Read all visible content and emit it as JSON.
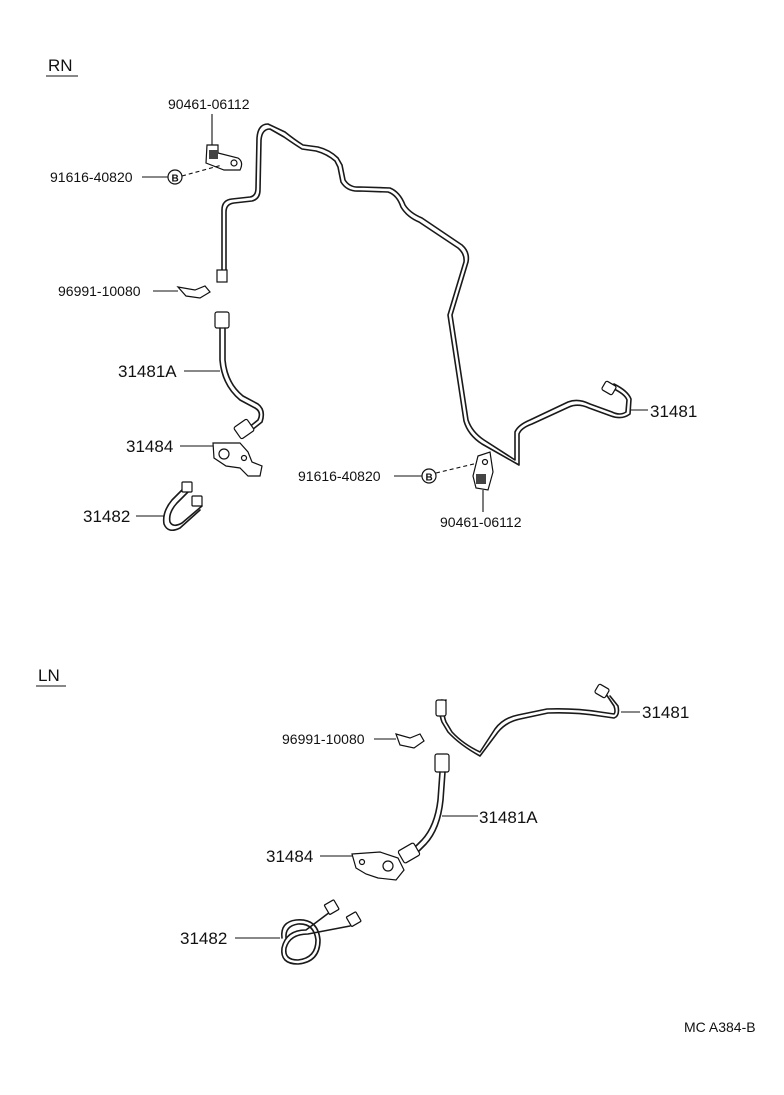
{
  "sections": {
    "rn": {
      "label": "RN",
      "parts": {
        "bracket_top": "90461-06112",
        "bolt_top": "91616-40820",
        "clip": "96991-10080",
        "hose_a": "31481A",
        "bracket_plate": "31484",
        "hose_loop": "31482",
        "tube_main": "31481",
        "bolt_bottom": "91616-40820",
        "bracket_bottom": "90461-06112"
      },
      "bolt_marker": "B"
    },
    "ln": {
      "label": "LN",
      "parts": {
        "tube_main": "31481",
        "clip": "96991-10080",
        "hose_a": "31481A",
        "bracket_plate": "31484",
        "hose_loop": "31482"
      }
    }
  },
  "footer": {
    "code": "MC  A384-B"
  }
}
